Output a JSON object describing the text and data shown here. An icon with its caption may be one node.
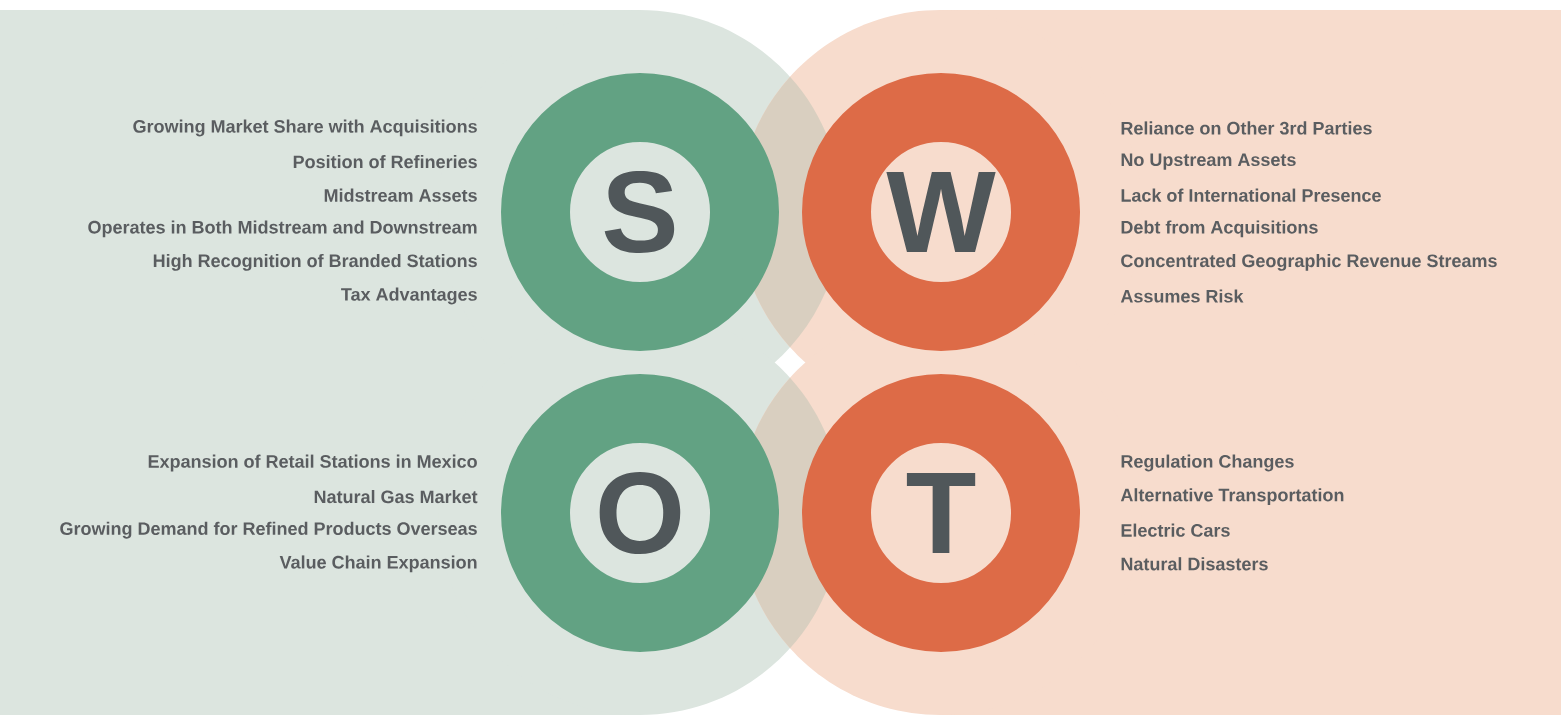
{
  "diagram": {
    "nodes": [
      {
        "text": [
          "S"
        ],
        "beside": [
          "Growing Market Share with Acquisitions",
          "Position of Refineries",
          "Midstream Assets",
          "Operates in Both Midstream and Downstream",
          "High Recognition of Branded Stations",
          "Tax Advantages"
        ]
      },
      {
        "text": [
          "W"
        ],
        "beside": [
          "Reliance on Other 3rd Parties",
          "No Upstream Assets",
          "Lack of International Presence",
          "Debt from Acquisitions",
          "Concentrated Geographic Revenue Streams",
          "Assumes Risk"
        ]
      },
      {
        "text": [
          "O"
        ],
        "beside": [
          "Expansion of Retail Stations in Mexico",
          "Natural Gas Market",
          "Growing Demand for Refined Products Overseas",
          "Value Chain Expansion"
        ]
      },
      {
        "text": [
          "T"
        ],
        "beside": [
          "Regulation Changes",
          "Alternative Transportation",
          "Electric Cars",
          "Natural Disasters"
        ]
      }
    ]
  }
}
